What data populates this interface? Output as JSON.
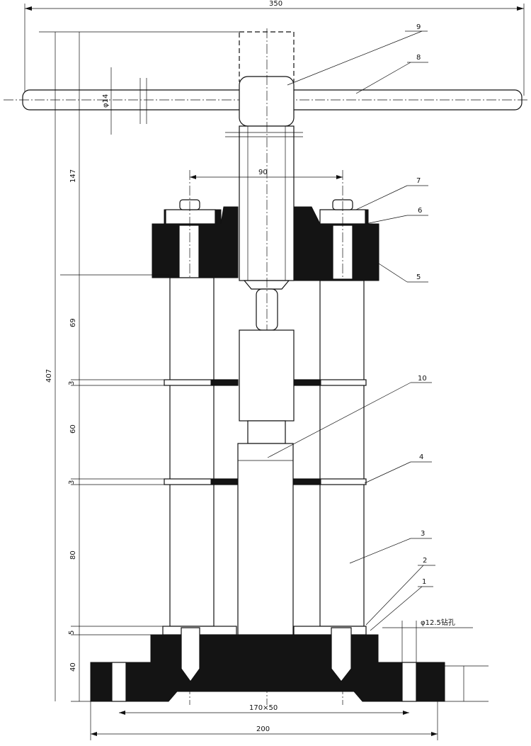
{
  "dimensions": {
    "overall_width": "350",
    "bar_diameter": "φ14",
    "handle_height": "147",
    "bolt_spacing": "90",
    "overall_height": "407",
    "d69": "69",
    "d3a": "3",
    "d60": "60",
    "d3b": "3",
    "d80": "80",
    "d5": "5",
    "d40": "40",
    "slot": "170×50",
    "base_width": "200",
    "drill_note": "φ12.5钻孔"
  },
  "part_labels": [
    "1",
    "2",
    "3",
    "4",
    "5",
    "6",
    "7",
    "8",
    "9",
    "10"
  ]
}
